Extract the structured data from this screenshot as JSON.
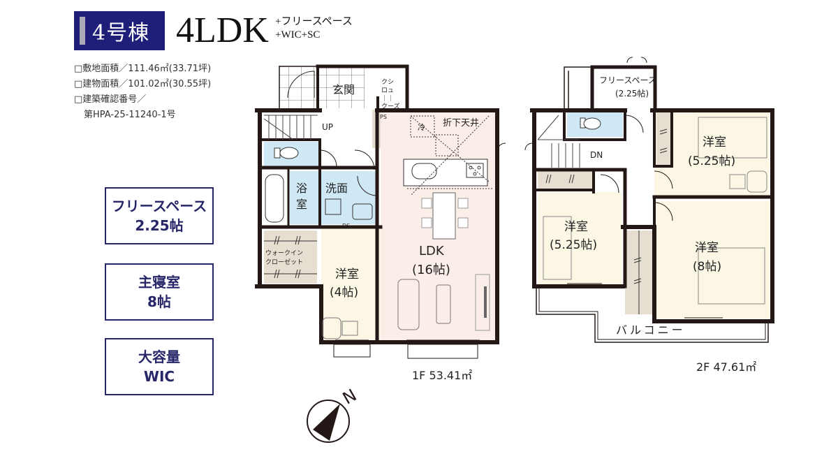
{
  "header": {
    "building": "4号棟",
    "plan_type": "4LDK",
    "plan_extra_line1": "+フリースペース",
    "plan_extra_line2": "+WIC+SC"
  },
  "specs": [
    {
      "label": "□敷地面積",
      "value": "／111.46㎡(33.71坪)"
    },
    {
      "label": "□建物面積",
      "value": "／101.02㎡(30.55坪)"
    },
    {
      "label": "□建築確認番号",
      "value": "／"
    },
    {
      "label": "",
      "value": "第HPA-25-11240-1号"
    }
  ],
  "features": [
    {
      "line1": "フリースペース",
      "line2": "2.25帖"
    },
    {
      "line1": "主寝室",
      "line2": "8帖"
    },
    {
      "line1": "大容量",
      "line2": "WIC"
    }
  ],
  "floor1": {
    "area_label": "1F 53.41㎡",
    "rooms": {
      "entrance": "玄関",
      "shoe_closet": [
        "クシ",
        "ロュ",
        "｜｜",
        "クーズ"
      ],
      "ps": "PS",
      "up": "UP",
      "lowered_ceiling": "折下天井",
      "fridge": "冷",
      "bath_1": "浴",
      "bath_2": "室",
      "washroom": "洗面",
      "ds": "DS",
      "wic_1": "ウォークイン",
      "wic_2": "クローゼット",
      "western_room_1": "洋室",
      "western_room_2": "(4帖)",
      "ldk_1": "LDK",
      "ldk_2": "(16帖)"
    }
  },
  "floor2": {
    "area_label": "2F 47.61㎡",
    "rooms": {
      "free_space_1": "フリースペース",
      "free_space_2": "(2.25帖)",
      "dn": "DN",
      "room_a_1": "洋室",
      "room_a_2": "(5.25帖)",
      "room_b_1": "洋室",
      "room_b_2": "(5.25帖)",
      "room_c_1": "洋室",
      "room_c_2": "(8帖)",
      "balcony": "バルコニー"
    }
  },
  "compass": {
    "label": "N"
  },
  "colors": {
    "navy": "#1f1f7a",
    "wall": "#231815",
    "ldk_floor": "#fbeee8",
    "room_floor": "#fbf7e4",
    "wet_area": "#cfe8f5",
    "storage": "#e6dfd1"
  }
}
